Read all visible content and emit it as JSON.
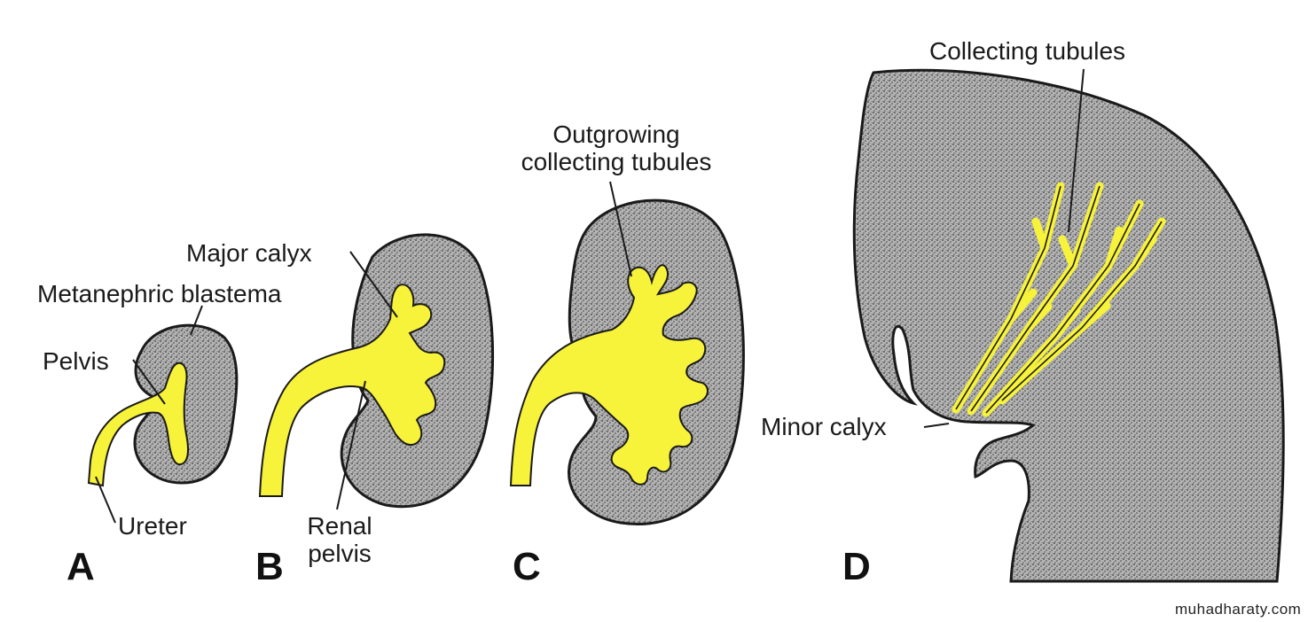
{
  "colors": {
    "tissue": "#8d8d8d",
    "duct": "#f7f23a",
    "outline": "#1a1a1a",
    "background": "#ffffff"
  },
  "labels": {
    "pelvis": "Pelvis",
    "metanephric_blastema": "Metanephric blastema",
    "ureter": "Ureter",
    "major_calyx": "Major calyx",
    "renal_pelvis_line1": "Renal",
    "renal_pelvis_line2": "pelvis",
    "outgrowing_line1": "Outgrowing",
    "outgrowing_line2": "collecting tubules",
    "collecting_tubules": "Collecting tubules",
    "minor_calyx": "Minor calyx"
  },
  "panels": [
    "A",
    "B",
    "C",
    "D"
  ],
  "watermark": "muhadharaty.com"
}
